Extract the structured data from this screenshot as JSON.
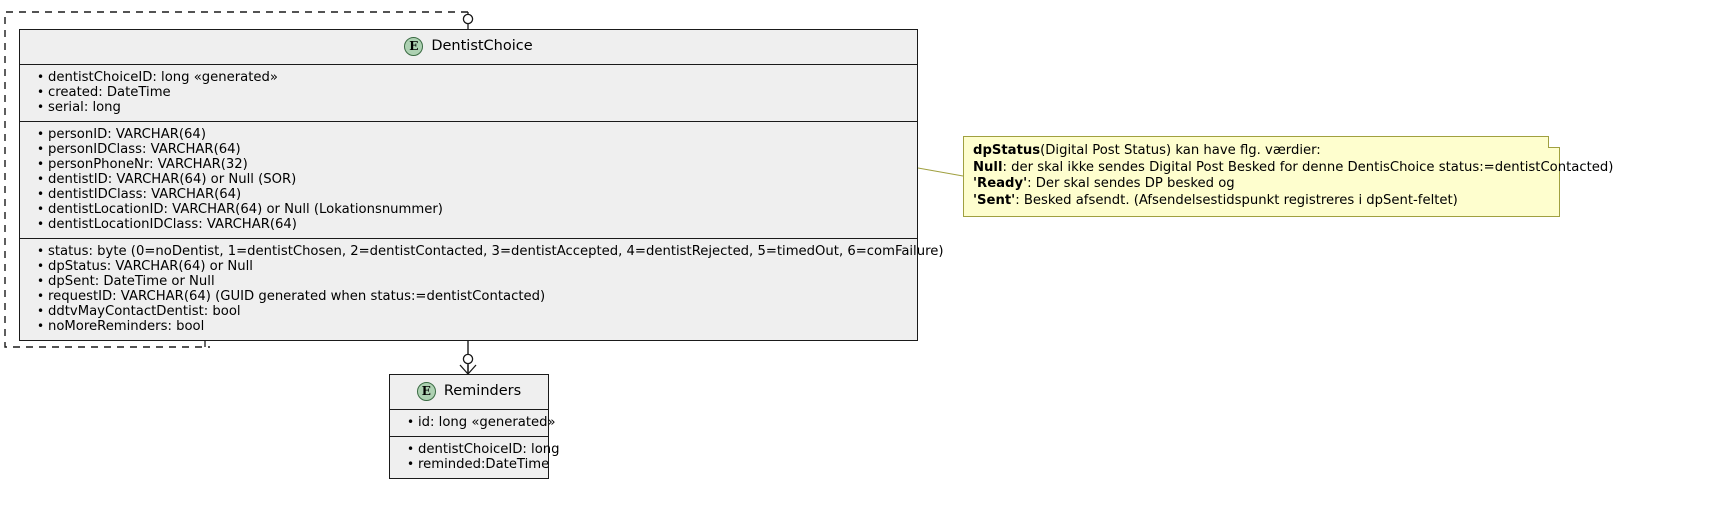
{
  "diagram": {
    "type": "uml-entity-relationship",
    "background": "#ffffff",
    "entity_fill": "#EFEFEF",
    "entity_stroke": "#1A1A1A",
    "note_fill": "#FEFECE",
    "note_stroke": "#A0A040",
    "badge_fill": "#ADD1B2"
  },
  "entities": [
    {
      "id": "dentist-choice",
      "badge": "E",
      "title": "DentistChoice",
      "sections": [
        {
          "name": "primary-key-section",
          "attributes": [
            "dentistChoiceID: long «generated»",
            "created: DateTime",
            "serial: long"
          ]
        },
        {
          "name": "person-dentist-section",
          "attributes": [
            "personID: VARCHAR(64)",
            "personIDClass: VARCHAR(64)",
            "personPhoneNr: VARCHAR(32)",
            "dentistID: VARCHAR(64) or Null (SOR)",
            "dentistIDClass: VARCHAR(64)",
            "dentistLocationID: VARCHAR(64) or Null (Lokationsnummer)",
            "dentistLocationIDClass: VARCHAR(64)"
          ]
        },
        {
          "name": "status-section",
          "attributes": [
            "status: byte (0=noDentist, 1=dentistChosen, 2=dentistContacted, 3=dentistAccepted, 4=dentistRejected, 5=timedOut, 6=comFailure)",
            "dpStatus: VARCHAR(64) or Null",
            "dpSent: DateTime or Null",
            "requestID: VARCHAR(64) (GUID generated when status:=dentistContacted)",
            "ddtvMayContactDentist: bool",
            "noMoreReminders: bool"
          ]
        }
      ]
    },
    {
      "id": "reminders",
      "badge": "E",
      "title": "Reminders",
      "sections": [
        {
          "name": "primary-key-section",
          "attributes": [
            "id: long «generated»"
          ]
        },
        {
          "name": "fields-section",
          "attributes": [
            "dentistChoiceID: long",
            "reminded:DateTime"
          ]
        }
      ]
    }
  ],
  "note": {
    "id": "dpstatus-note",
    "lines": [
      {
        "bold": "dpStatus",
        "rest": "(Digital Post Status) kan have flg. værdier:"
      },
      {
        "bold": "Null",
        "rest": ": der skal ikke sendes Digital Post Besked for denne DentisChoice status:=dentistContacted)"
      },
      {
        "bold": "'Ready'",
        "rest": ": Der skal sendes DP besked og"
      },
      {
        "bold": "'Sent'",
        "rest": ": Besked afsendt. (Afsendelsestidspunkt registreres i dpSent-feltet)"
      }
    ]
  },
  "relationships": [
    {
      "name": "self-loop-dentist-choice",
      "from": "dentist-choice-top",
      "to": "dentist-choice-bottom-left",
      "style": "dashed",
      "from_cardinality": "zero-or-one",
      "to_cardinality": "zero-or-one"
    },
    {
      "name": "dentist-choice-to-reminders",
      "from": "dentist-choice",
      "to": "reminders",
      "style": "solid",
      "from_cardinality": "one",
      "to_cardinality": "zero-or-many"
    },
    {
      "name": "note-anchor",
      "from": "dpstatus-note",
      "to": "dentist-choice",
      "style": "solid-thin"
    }
  ]
}
